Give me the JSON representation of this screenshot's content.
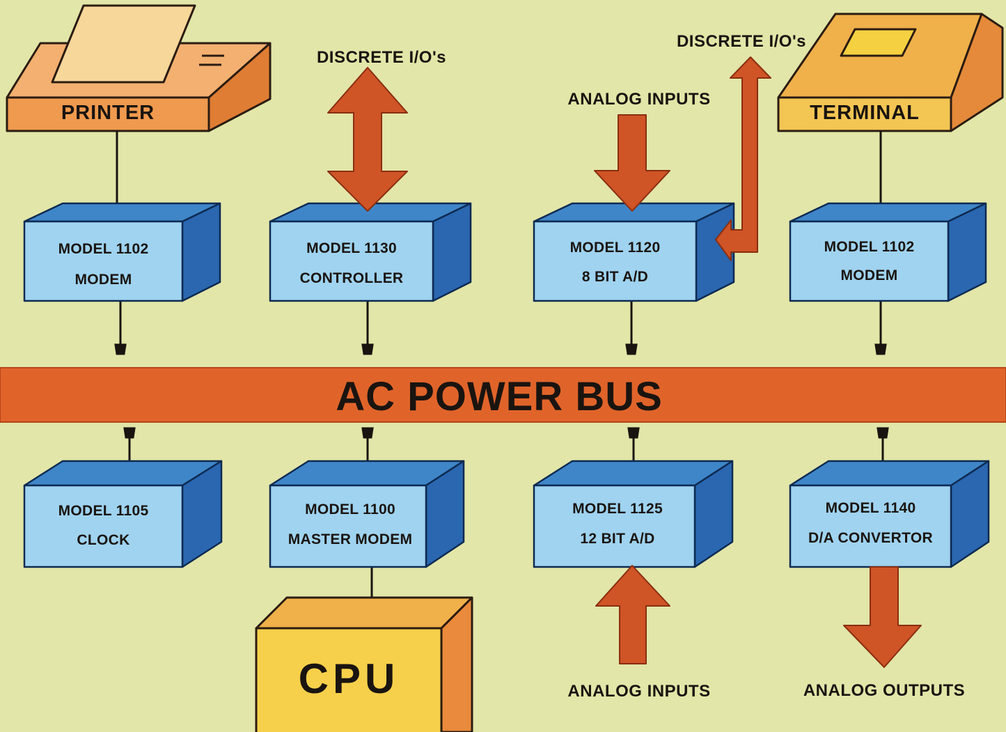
{
  "bus": {
    "label": "AC POWER BUS"
  },
  "devices": {
    "printer": "PRINTER",
    "terminal": "TERMINAL",
    "cpu": "CPU"
  },
  "modules": [
    {
      "model": "MODEL 1102",
      "function": "MODEM"
    },
    {
      "model": "MODEL 1130",
      "function": "CONTROLLER"
    },
    {
      "model": "MODEL 1120",
      "function": "8 BIT A/D"
    },
    {
      "model": "MODEL 1102",
      "function": "MODEM"
    },
    {
      "model": "MODEL 1105",
      "function": "CLOCK"
    },
    {
      "model": "MODEL 1100",
      "function": "MASTER MODEM"
    },
    {
      "model": "MODEL 1125",
      "function": "12 BIT A/D"
    },
    {
      "model": "MODEL 1140",
      "function": "D/A CONVERTOR"
    }
  ],
  "io_labels": {
    "discrete_1": "DISCRETE I/O's",
    "discrete_2": "DISCRETE I/O's",
    "analog_inputs_top": "ANALOG INPUTS",
    "analog_inputs_bottom": "ANALOG INPUTS",
    "analog_outputs": "ANALOG OUTPUTS"
  },
  "colors": {
    "background": "#e2e6a8",
    "bus": "#e0642a",
    "box_front": "#9fd3f0",
    "box_side": "#2a67b0",
    "box_top": "#3f86c8",
    "arrow": "#cf5426",
    "printer": "#ef9a4e",
    "terminal": "#f3c553",
    "cpu_front": "#f6d04a",
    "cpu_side": "#e98a3c"
  }
}
